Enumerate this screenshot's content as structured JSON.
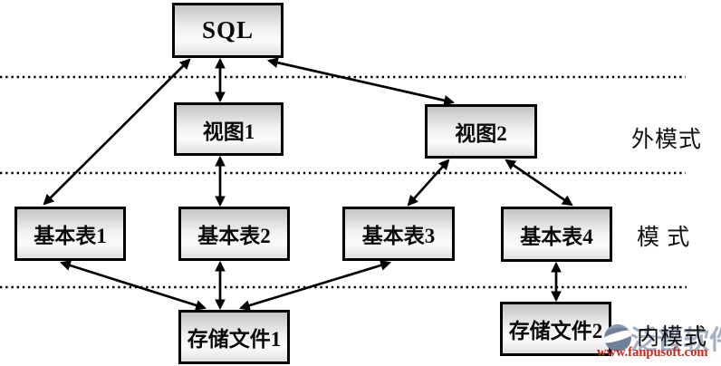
{
  "diagram": {
    "nodes": {
      "sql": "SQL",
      "view1": "视图1",
      "view2": "视图2",
      "table1": "基本表1",
      "table2": "基本表2",
      "table3": "基本表3",
      "table4": "基本表4",
      "file1": "存储文件1",
      "file2": "存储文件2"
    },
    "layer_labels": {
      "external": "外模式",
      "conceptual": "模 式",
      "internal": "内模式"
    },
    "edges": [
      {
        "from": "sql",
        "to": "table1",
        "bidirectional": true
      },
      {
        "from": "sql",
        "to": "view1",
        "bidirectional": true
      },
      {
        "from": "sql",
        "to": "view2",
        "bidirectional": true
      },
      {
        "from": "view1",
        "to": "table2",
        "bidirectional": true
      },
      {
        "from": "view2",
        "to": "table3",
        "bidirectional": true
      },
      {
        "from": "view2",
        "to": "table4",
        "bidirectional": true
      },
      {
        "from": "table1",
        "to": "file1",
        "bidirectional": true
      },
      {
        "from": "table2",
        "to": "file1",
        "bidirectional": true
      },
      {
        "from": "table3",
        "to": "file1",
        "bidirectional": true
      },
      {
        "from": "table4",
        "to": "file2",
        "bidirectional": true
      }
    ],
    "separator_count": 3
  },
  "watermark": {
    "brand": "泛普软件",
    "url": "www.fanpusoft.com"
  },
  "colors": {
    "box_border": "#000000",
    "box_fill_top": "#c4c4c4",
    "box_fill_bottom": "#e0e0e0",
    "arrow": "#000000",
    "watermark_red": "#c5281c",
    "watermark_blue": "#9aa7bf"
  }
}
